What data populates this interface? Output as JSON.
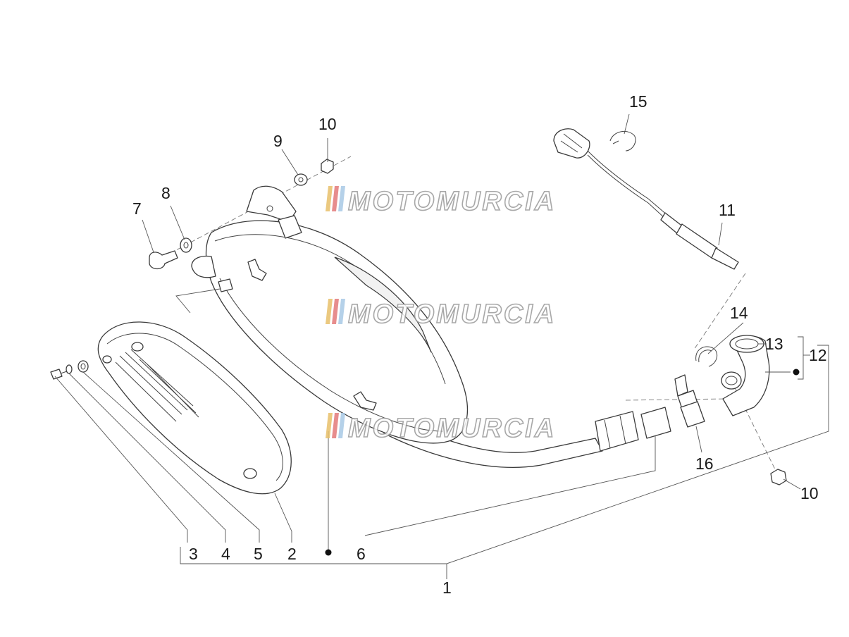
{
  "watermark": {
    "text": "MOTOMURCIA",
    "stripe_colors": [
      "#e8c06a",
      "#e37a7a",
      "#a9c9e6"
    ]
  },
  "callouts": {
    "c1": "1",
    "c2": "2",
    "c3": "3",
    "c4": "4",
    "c5": "5",
    "c6": "6",
    "c7": "7",
    "c8": "8",
    "c9": "9",
    "c10a": "10",
    "c10b": "10",
    "c11": "11",
    "c12": "12",
    "c13": "13",
    "c14": "14",
    "c15": "15",
    "c16": "16"
  }
}
